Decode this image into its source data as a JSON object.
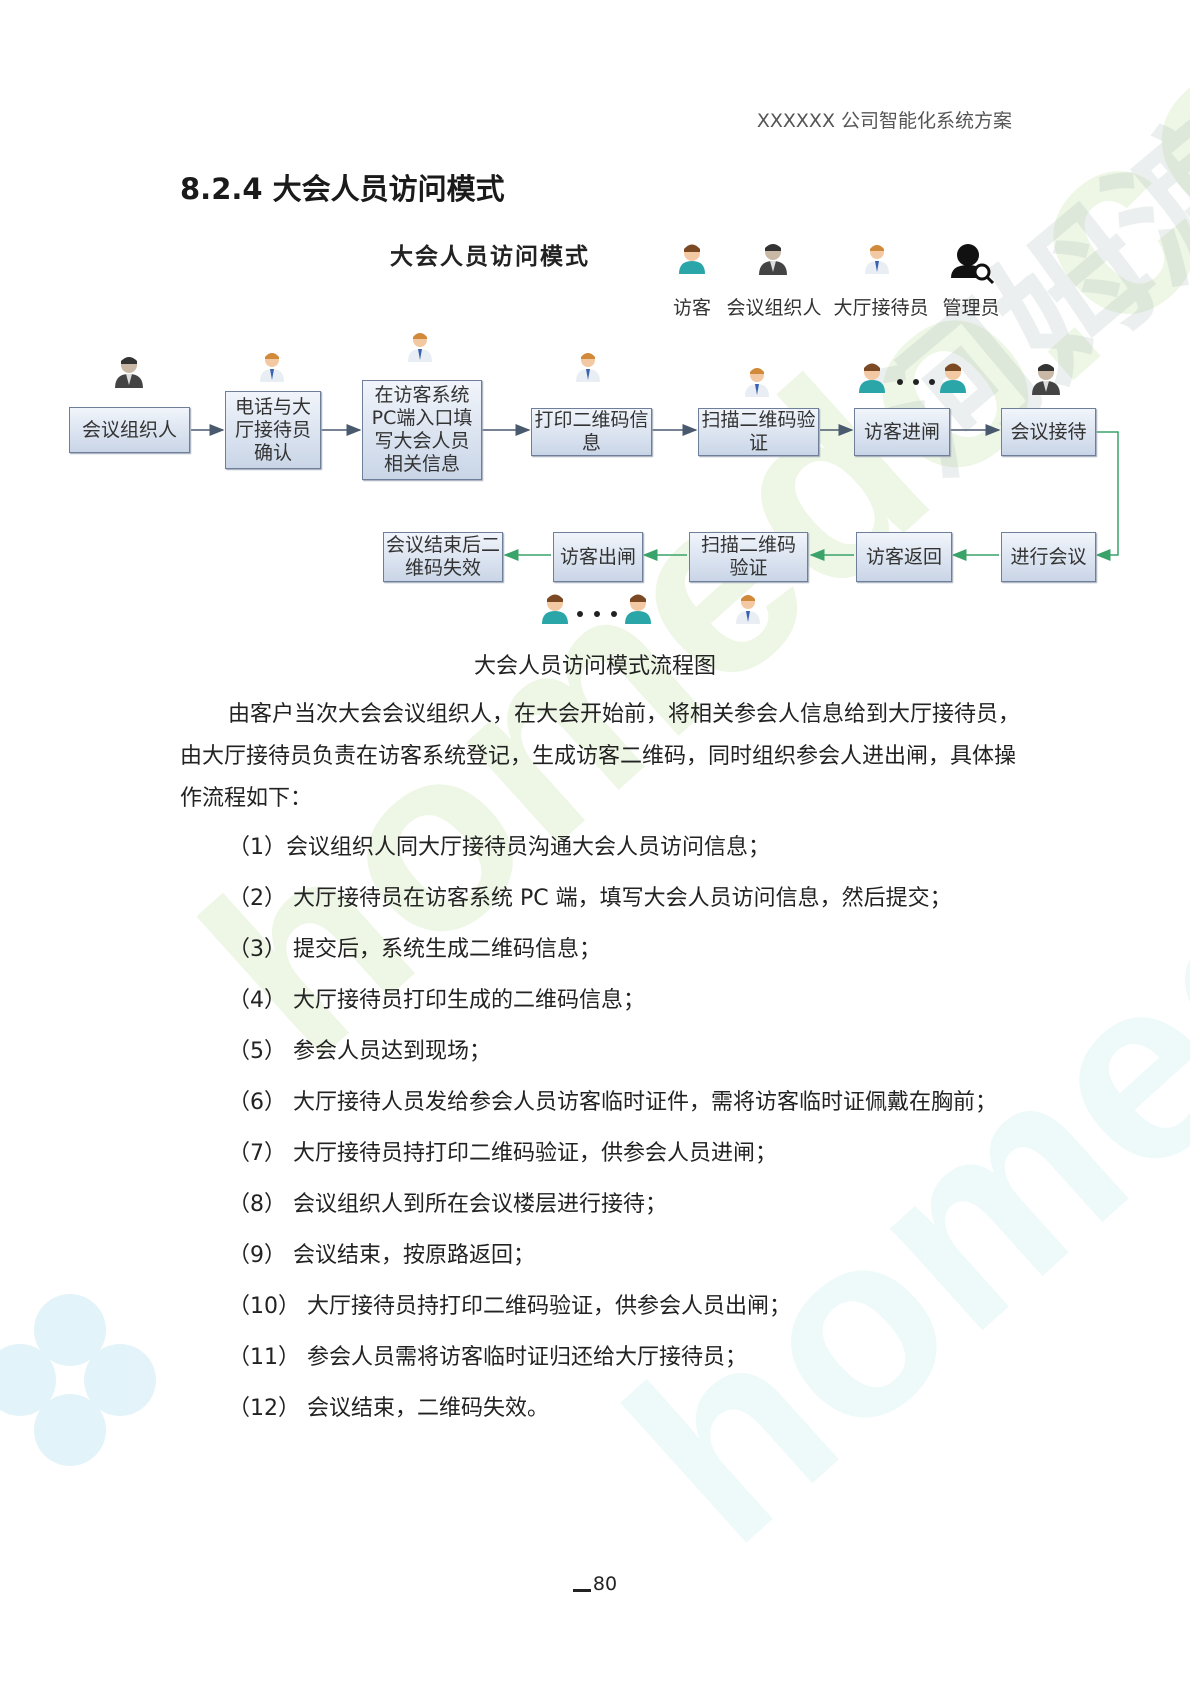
{
  "header": {
    "doc_title": "XXXXXX 公司智能化系统方案"
  },
  "section": {
    "title": "8.2.4 大会人员访问模式"
  },
  "diagram": {
    "title": "大会人员访问模式",
    "legend": [
      {
        "label": "访客",
        "icon": "visitor-icon"
      },
      {
        "label": "会议组织人",
        "icon": "organizer-icon"
      },
      {
        "label": "大厅接待员",
        "icon": "receptionist-icon"
      },
      {
        "label": "管理员",
        "icon": "admin-icon"
      }
    ],
    "top_row": [
      "会议组织人",
      "电话与大厅接待员确认",
      "在访客系统PC端入口填写大会人员相关信息",
      "打印二维码信息",
      "扫描二维码验证",
      "访客进闸",
      "会议接待"
    ],
    "bottom_row": [
      "会议结束后二维码失效",
      "访客出闸",
      "扫描二维码验证",
      "访客返回",
      "进行会议"
    ],
    "caption": "大会人员访问模式流程图"
  },
  "body": {
    "intro": "由客户当次大会会议组织人，在大会开始前，将相关参会人信息给到大厅接待员，由大厅接待员负责在访客系统登记，生成访客二维码，同时组织参会人进出闸，具体操作流程如下：",
    "steps": [
      {
        "num": "（1）",
        "text": "会议组织人同大厅接待员沟通大会人员访问信息；"
      },
      {
        "num": "（2） ",
        "text": "大厅接待员在访客系统 PC 端，填写大会人员访问信息，然后提交；"
      },
      {
        "num": "（3） ",
        "text": "提交后，系统生成二维码信息；"
      },
      {
        "num": "（4） ",
        "text": "大厅接待员打印生成的二维码信息；"
      },
      {
        "num": "（5） ",
        "text": "参会人员达到现场；"
      },
      {
        "num": "（6） ",
        "text": "大厅接待人员发给参会人员访客临时证件，需将访客临时证佩戴在胸前；"
      },
      {
        "num": "（7） ",
        "text": "大厅接待员持打印二维码验证，供参会人员进闸；"
      },
      {
        "num": "（8） ",
        "text": "会议组织人到所在会议楼层进行接待；"
      },
      {
        "num": "（9） ",
        "text": "会议结束，按原路返回；"
      },
      {
        "num": "（10） ",
        "text": "大厅接待员持打印二维码验证，供参会人员出闸；"
      },
      {
        "num": "（11） ",
        "text": "参会人员需将访客临时证归还给大厅接待员；"
      },
      {
        "num": "（12） ",
        "text": "会议结束，二维码失效。"
      }
    ]
  },
  "footer": {
    "page_number": "80"
  },
  "colors": {
    "box_fill": "#c9d5e7",
    "box_border": "#6f7f99",
    "arrow_dark": "#4a5a6e",
    "arrow_green": "#3aa36a",
    "visitor_teal": "#2aa6a8",
    "watermark": "#d6efc8"
  }
}
